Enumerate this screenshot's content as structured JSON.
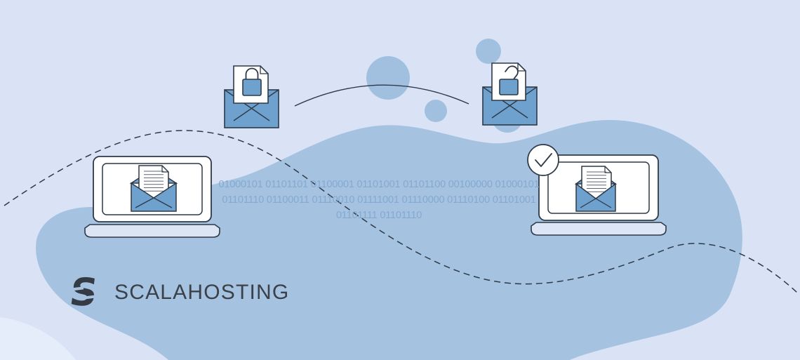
{
  "brand": {
    "wordmark": "SCALAHOSTING",
    "logo_glyph": "S"
  },
  "binary_message": {
    "lines": [
      "01000101 01101101 01100001 01101001 01101100 00100000 01000101",
      "01101110 01100011 01110010 01111001 01110000 01110100 01101001",
      "01101111 01101110"
    ]
  },
  "icons": {
    "left_message": "locked-envelope-icon",
    "right_message": "unlocked-envelope-icon",
    "left_device": "laptop-with-letter-envelope-icon",
    "right_device": "laptop-with-letter-envelope-icon",
    "delivery_status": "checkmark-badge-icon"
  },
  "colors": {
    "background": "#d9e3f5",
    "blob": "#a5c2e0",
    "circle": "#a1c0df",
    "accent_blue": "#6fa1ce",
    "outline": "#2e3947",
    "laptop_base": "#dbe5f4",
    "letter_lines": "#5c6570",
    "binary_text": "#84a9d1",
    "logo_text": "#3a4149",
    "logo_glyph_fill": "#343b44"
  }
}
